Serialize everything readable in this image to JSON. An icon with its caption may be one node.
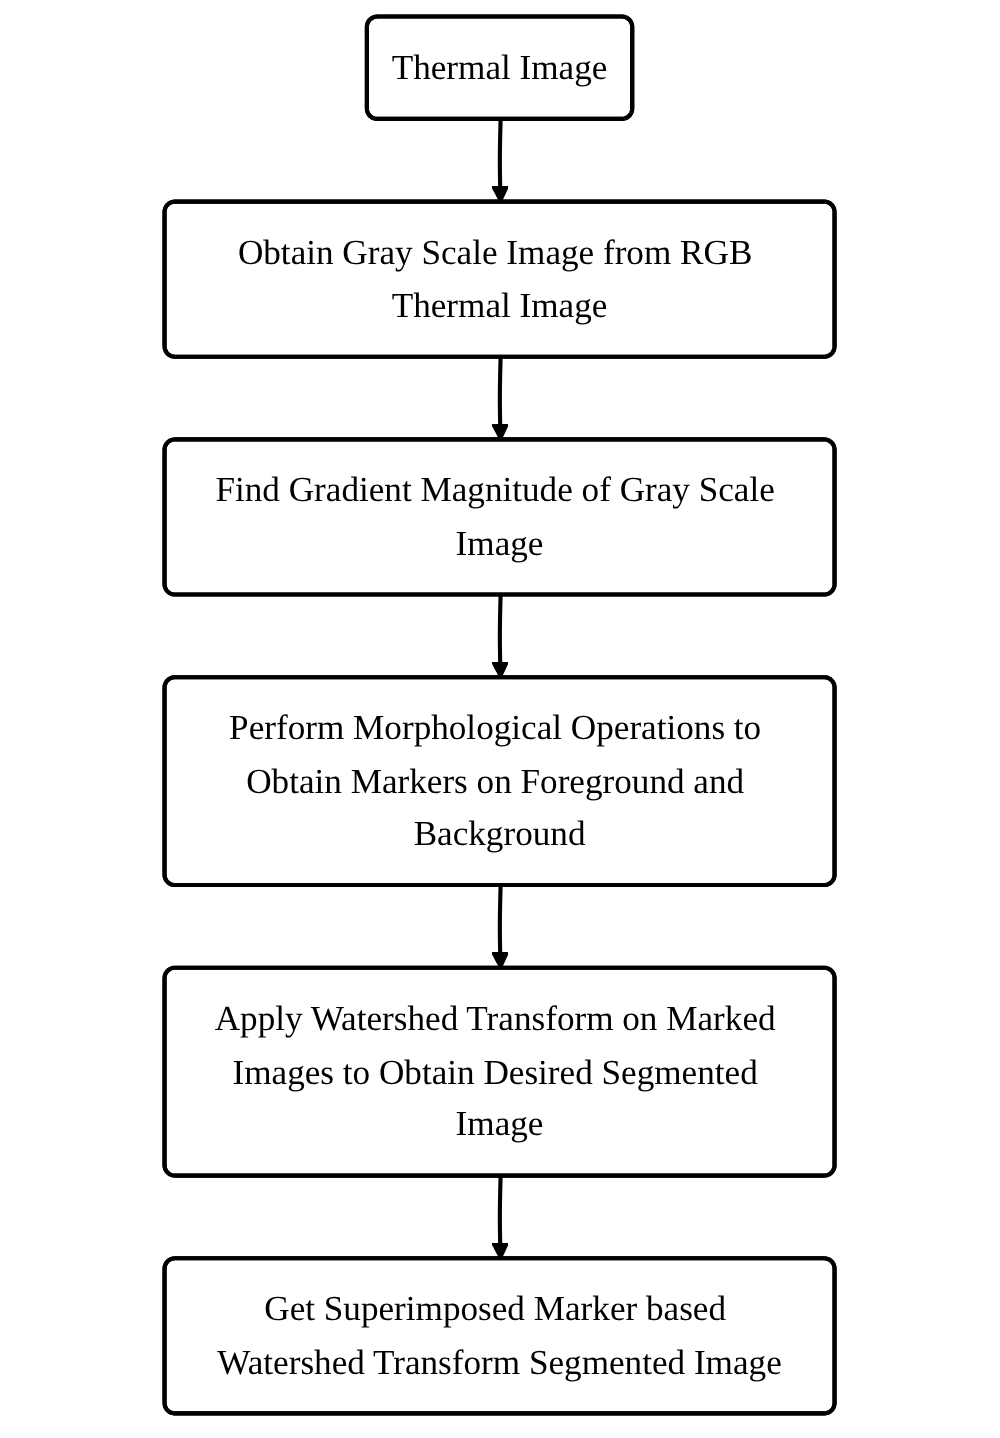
{
  "diagram": {
    "nodes": [
      {
        "text": [
          "Thermal Image"
        ]
      },
      {
        "text": [
          "Obtain Gray Scale Image from RGB Thermal Image"
        ]
      },
      {
        "text": [
          "Find Gradient Magnitude of Gray Scale Image"
        ]
      },
      {
        "text": [
          "Perform Morphological Operations to Obtain Markers on Foreground and Background"
        ]
      },
      {
        "text": [
          "Apply Watershed Transform on Marked Images to Obtain Desired Segmented Image"
        ]
      },
      {
        "text": [
          "Get Superimposed Marker based Watershed Transform Segmented Image"
        ]
      }
    ],
    "edges": [
      {
        "from": 0,
        "to": 1,
        "arrow": "to"
      },
      {
        "from": 1,
        "to": 2,
        "arrow": "to"
      },
      {
        "from": 2,
        "to": 3,
        "arrow": "to"
      },
      {
        "from": 3,
        "to": 4,
        "arrow": "to"
      },
      {
        "from": 4,
        "to": 5,
        "arrow": "to"
      }
    ]
  }
}
